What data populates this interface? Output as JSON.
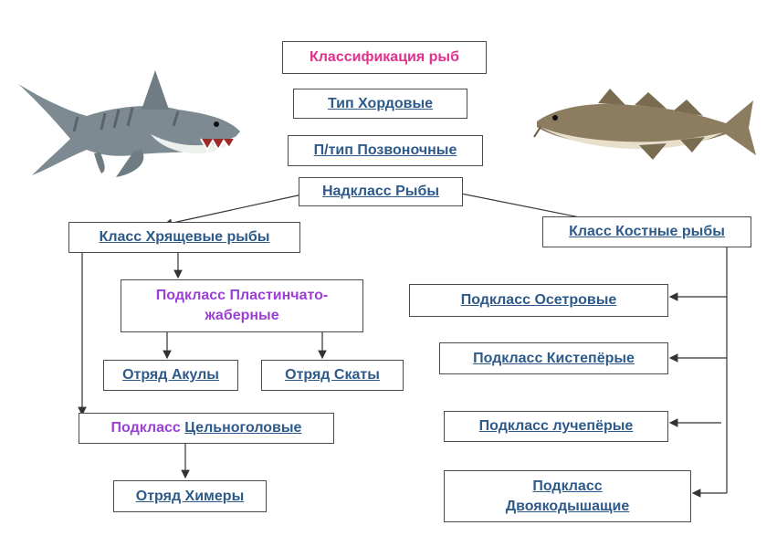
{
  "title": "Классификация рыб",
  "nodes": {
    "type": "Тип Хордовые",
    "subtype": "П/тип Позвоночные",
    "superclass": "Надкласс Рыбы",
    "cartilaginous": "Класс Хрящевые рыбы",
    "bony": "Класс Костные рыбы",
    "elasmo_line1": "Подкласс Пластинчато-",
    "elasmo_line2": "жаберные",
    "sharks": "Отряд Акулы",
    "rays": "Отряд Скаты",
    "holo_prefix": "Подкласс",
    "holo_name": "Цельноголовые",
    "chimeras": "Отряд Химеры",
    "sturgeon": "Подкласс Осетровые",
    "lobe": "Подкласс Кистепёрые",
    "ray_finned": "Подкласс лучепёрые",
    "lung_line1": "Подкласс",
    "lung_line2": "Двоякодышащие"
  },
  "images": [
    "shark-illustration",
    "cod-fish-illustration"
  ]
}
